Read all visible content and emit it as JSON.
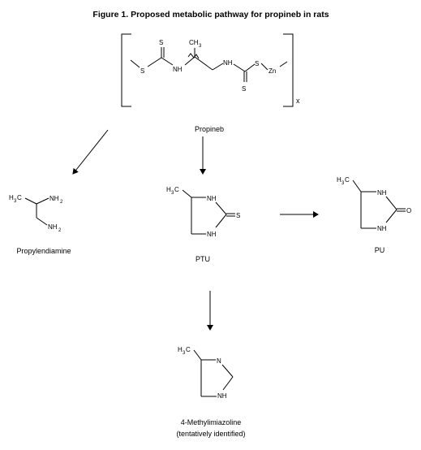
{
  "figure": {
    "title": "Figure 1.  Proposed metabolic pathway for propineb in rats"
  },
  "polymer": {
    "repeat_subscript": "x",
    "atoms": {
      "s1": "S",
      "s_top": "S",
      "nh1": "NH",
      "ch3_c": "CH",
      "ch3_sub": "3",
      "nh2": "NH",
      "s_bottom": "S",
      "s2": "S",
      "zn": "Zn"
    }
  },
  "compounds": {
    "propineb": {
      "label": "Propineb"
    },
    "propylenediamine": {
      "label": "Propylendiamine",
      "atoms": {
        "h3c_h": "H",
        "h3c_sub": "3",
        "h3c_c": "C",
        "nh2_a": "NH",
        "nh2_a_sub": "2",
        "nh2_b": "NH",
        "nh2_b_sub": "2"
      }
    },
    "ptu": {
      "label": "PTU",
      "atoms": {
        "h3c_h": "H",
        "h3c_sub": "3",
        "h3c_c": "C",
        "nh_top": "NH",
        "nh_bottom": "NH",
        "s": "S"
      }
    },
    "pu": {
      "label": "PU",
      "atoms": {
        "h3c_h": "H",
        "h3c_sub": "3",
        "h3c_c": "C",
        "nh_top": "NH",
        "nh_bottom": "NH",
        "o": "O"
      }
    },
    "methylimidazoline": {
      "label_line1": "4-Methylimiazoline",
      "label_line2": "(tentatively identified)",
      "atoms": {
        "h3c_h": "H",
        "h3c_sub": "3",
        "h3c_c": "C",
        "n": "N",
        "nh": "NH"
      }
    }
  }
}
